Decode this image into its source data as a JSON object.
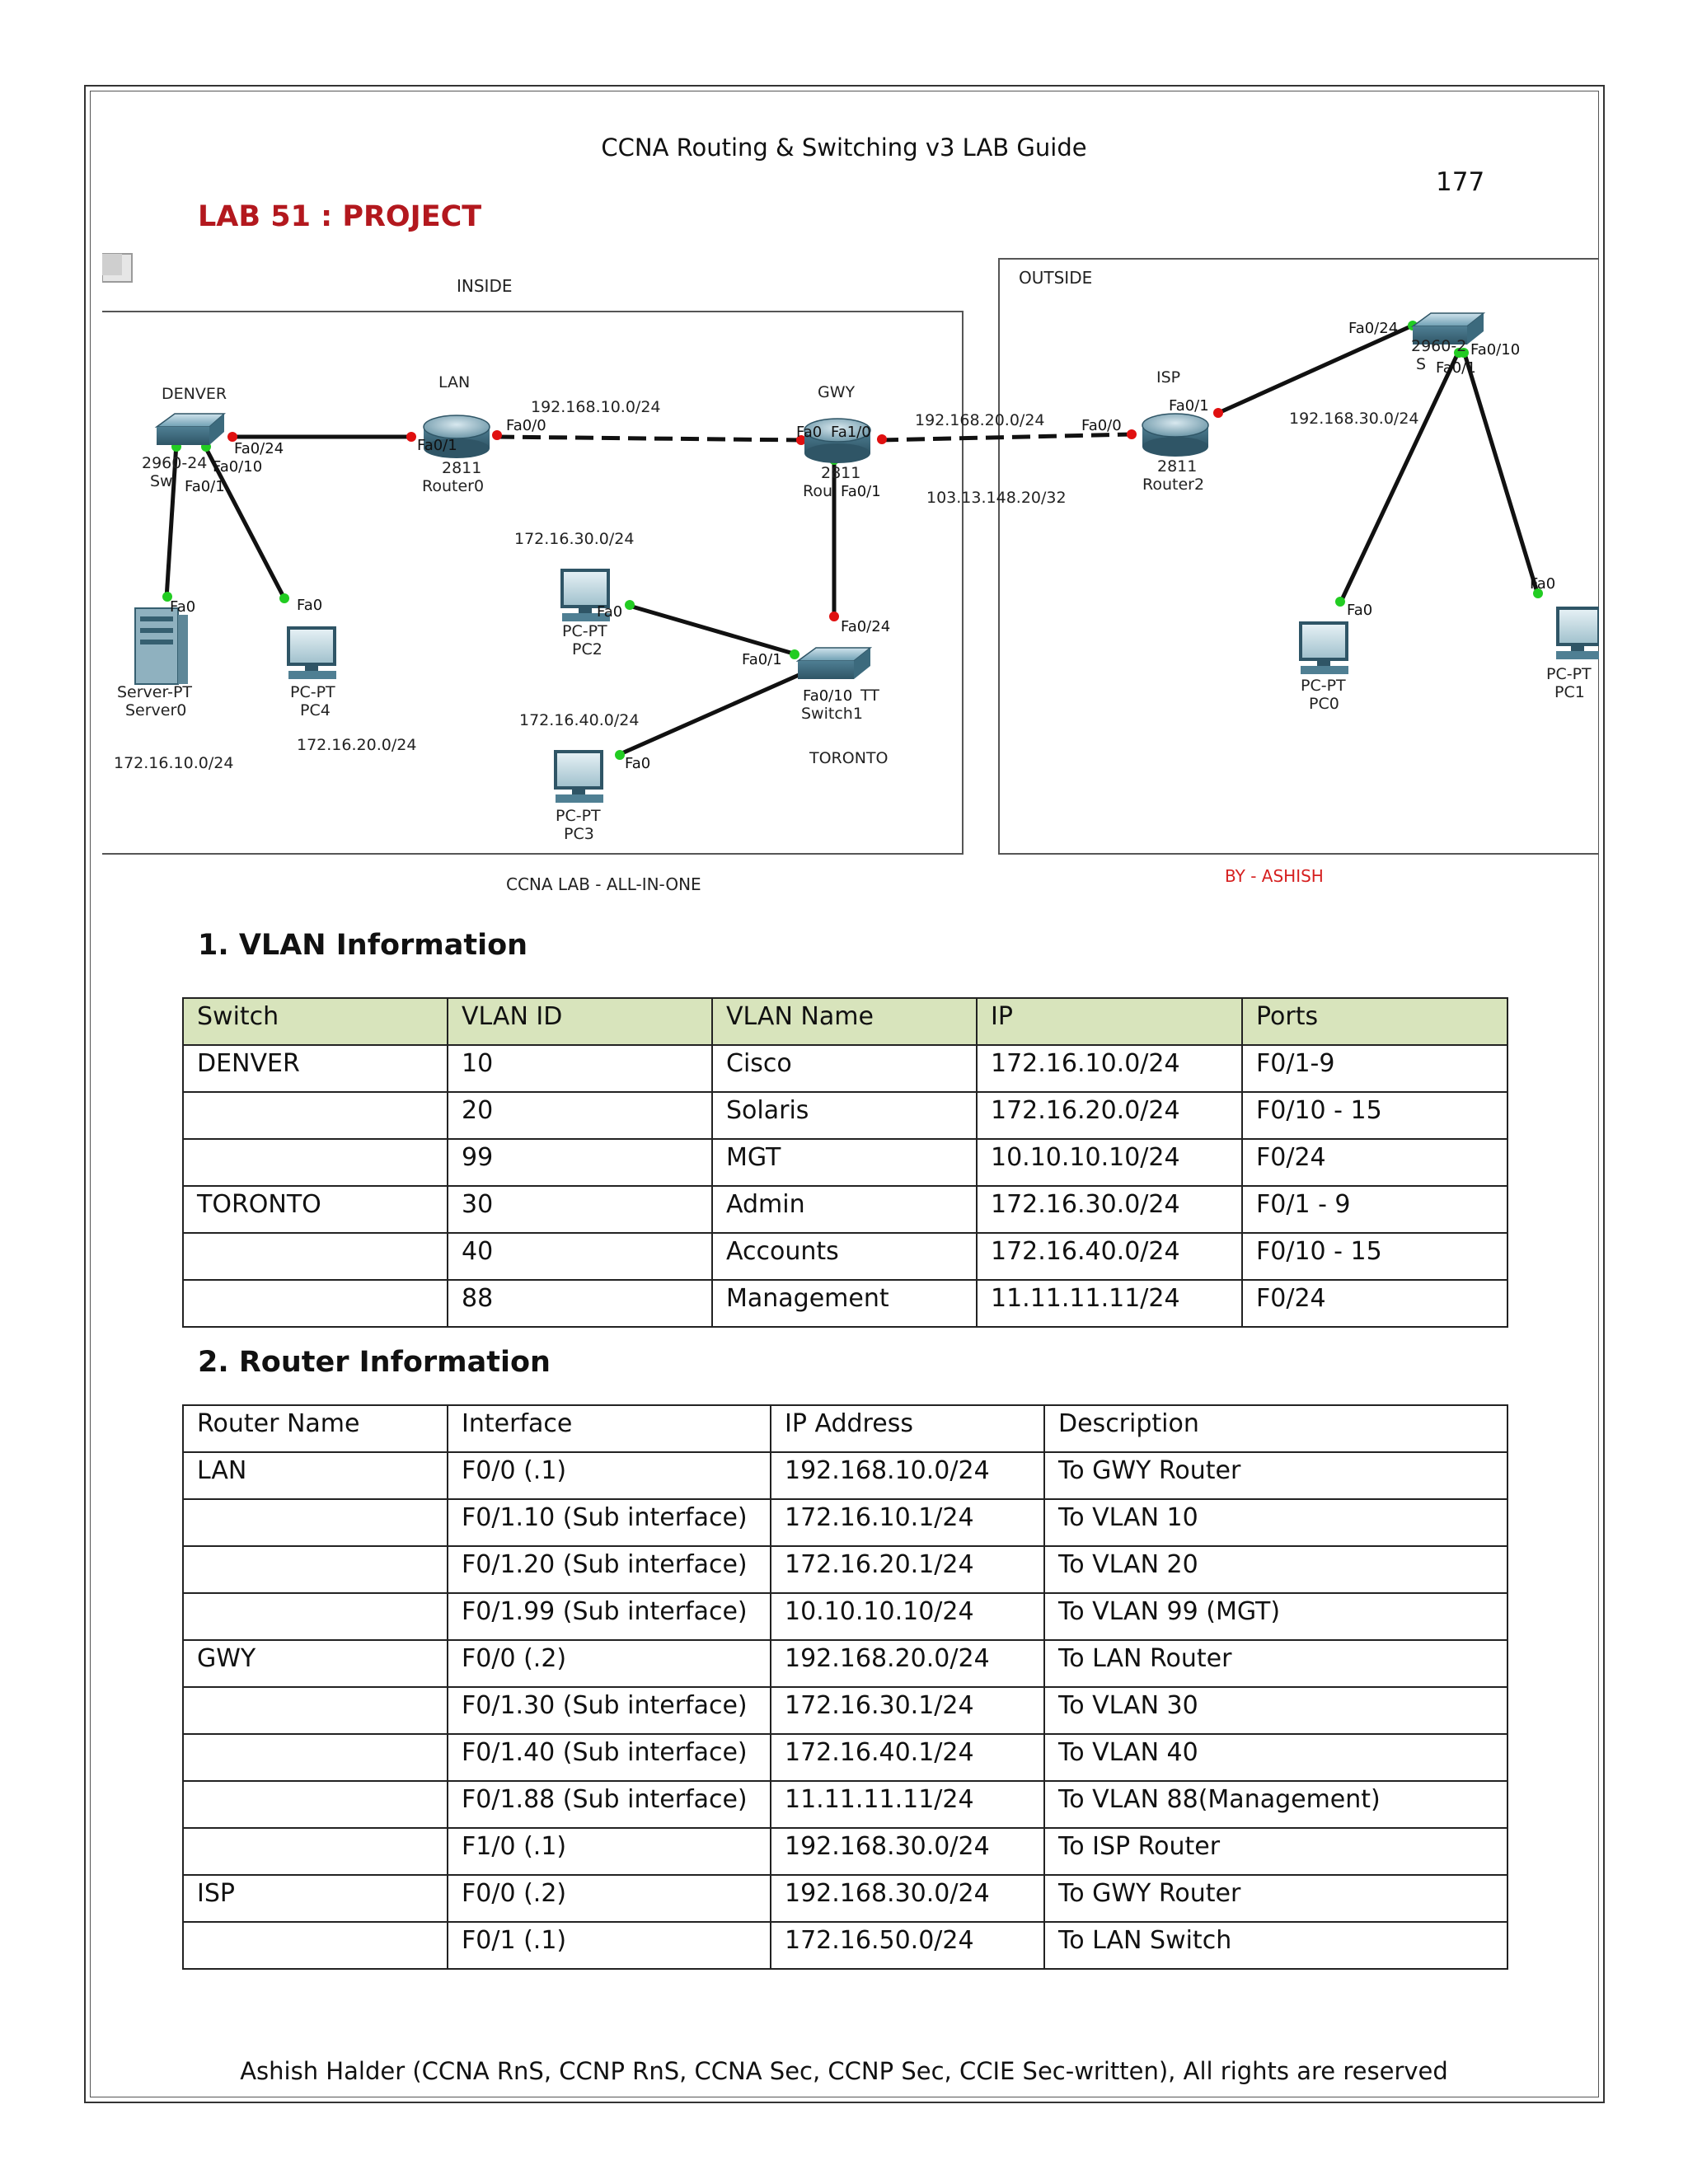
{
  "page": {
    "running_header": "CCNA Routing & Switching v3 LAB Guide",
    "page_number": "177",
    "lab_title": "LAB 51 : PROJECT",
    "footer": "Ashish Halder (CCNA RnS, CCNP RnS, CCNA Sec, CCNP Sec, CCIE Sec-written), All rights are reserved"
  },
  "diagram": {
    "inside_label": "INSIDE",
    "outside_label": "OUTSIDE",
    "caption_left": "CCNA LAB - ALL-IN-ONE",
    "caption_right": "BY - ASHISH",
    "sites": {
      "denver": "DENVER",
      "lan": "LAN",
      "gwy": "GWY",
      "isp": "ISP",
      "toronto": "TORONTO"
    },
    "devices": {
      "denver_switch_model": "2960-24",
      "denver_switch_name": "Sw",
      "router0_model": "2811",
      "router0_name": "Router0",
      "gwy_model": "2811",
      "gwy_name": "Rou",
      "router2_model": "2811",
      "router2_name": "Router2",
      "switch1_model": "TT",
      "switch1_name": "Switch1",
      "isp_switch_model": "2960-2",
      "isp_switch_name": "S",
      "server0_type": "Server-PT",
      "server0_name": "Server0",
      "pc4_type": "PC-PT",
      "pc4_name": "PC4",
      "pc2_type": "PC-PT",
      "pc2_name": "PC2",
      "pc3_type": "PC-PT",
      "pc3_name": "PC3",
      "pc0_type": "PC-PT",
      "pc0_name": "PC0",
      "pc1_type": "PC-PT",
      "pc1_name": "PC1"
    },
    "ports": {
      "dsw_fa0_24": "Fa0/24",
      "dsw_fa0_10": "Fa0/10",
      "dsw_fa0_1": "Fa0/1",
      "r0_fa0_1": "Fa0/1",
      "r0_fa0_0": "Fa0/0",
      "gwy_fa0": "Fa0",
      "gwy_fa1_0": "Fa1/0",
      "gwy_fa0_1": "Fa0/1",
      "r2_fa0_0": "Fa0/0",
      "r2_fa0_1": "Fa0/1",
      "isw_fa0_24": "Fa0/24",
      "isw_fa0_10": "Fa0/10",
      "isw_fa0_1": "Fa0/1",
      "server0_fa0": "Fa0",
      "pc4_fa0": "Fa0",
      "pc2_fa0": "Fa0",
      "pc3_fa0": "Fa0",
      "pc0_fa0": "Fa0",
      "pc1_fa0": "Fa0",
      "sw1_fa0_24": "Fa0/24",
      "sw1_fa0_1": "Fa0/1",
      "sw1_fa0_10": "Fa0/10"
    },
    "networks": {
      "lan_gwy": "192.168.10.0/24",
      "gwy_isp": "192.168.20.0/24",
      "public": "103.13.148.20/32",
      "isp_lan": "192.168.30.0/24",
      "vlan30": "172.16.30.0/24",
      "vlan40": "172.16.40.0/24",
      "vlan10": "172.16.10.0/24",
      "vlan20": "172.16.20.0/24"
    }
  },
  "vlan_section": {
    "title": "1. VLAN Information",
    "headers": [
      "Switch",
      "VLAN ID",
      "VLAN Name",
      "IP",
      "Ports"
    ],
    "rows": [
      [
        "DENVER",
        "10",
        "Cisco",
        "172.16.10.0/24",
        "F0/1-9"
      ],
      [
        "",
        "20",
        "Solaris",
        "172.16.20.0/24",
        "F0/10 - 15"
      ],
      [
        "",
        "99",
        "MGT",
        "10.10.10.10/24",
        "F0/24"
      ],
      [
        "TORONTO",
        "30",
        "Admin",
        "172.16.30.0/24",
        "F0/1 - 9"
      ],
      [
        "",
        "40",
        "Accounts",
        "172.16.40.0/24",
        "F0/10 - 15"
      ],
      [
        "",
        "88",
        "Management",
        "11.11.11.11/24",
        "F0/24"
      ]
    ]
  },
  "router_section": {
    "title": "2. Router Information",
    "headers": [
      "Router Name",
      "Interface",
      "IP Address",
      "Description"
    ],
    "rows": [
      [
        "LAN",
        "F0/0 (.1)",
        "192.168.10.0/24",
        "To GWY Router"
      ],
      [
        "",
        "F0/1.10 (Sub interface)",
        "172.16.10.1/24",
        "To VLAN 10"
      ],
      [
        "",
        "F0/1.20 (Sub interface)",
        "172.16.20.1/24",
        "To VLAN 20"
      ],
      [
        "",
        "F0/1.99 (Sub interface)",
        "10.10.10.10/24",
        "To VLAN 99 (MGT)"
      ],
      [
        "GWY",
        "F0/0 (.2)",
        "192.168.20.0/24",
        "To LAN Router"
      ],
      [
        "",
        "F0/1.30 (Sub interface)",
        "172.16.30.1/24",
        "To VLAN 30"
      ],
      [
        "",
        "F0/1.40 (Sub interface)",
        "172.16.40.1/24",
        "To VLAN 40"
      ],
      [
        "",
        "F0/1.88 (Sub interface)",
        "11.11.11.11/24",
        "To VLAN 88(Management)"
      ],
      [
        "",
        "F1/0 (.1)",
        "192.168.30.0/24",
        "To ISP Router"
      ],
      [
        "ISP",
        "F0/0 (.2)",
        "192.168.30.0/24",
        "To GWY Router"
      ],
      [
        "",
        "F0/1 (.1)",
        "172.16.50.0/24",
        "To LAN Switch"
      ]
    ]
  }
}
